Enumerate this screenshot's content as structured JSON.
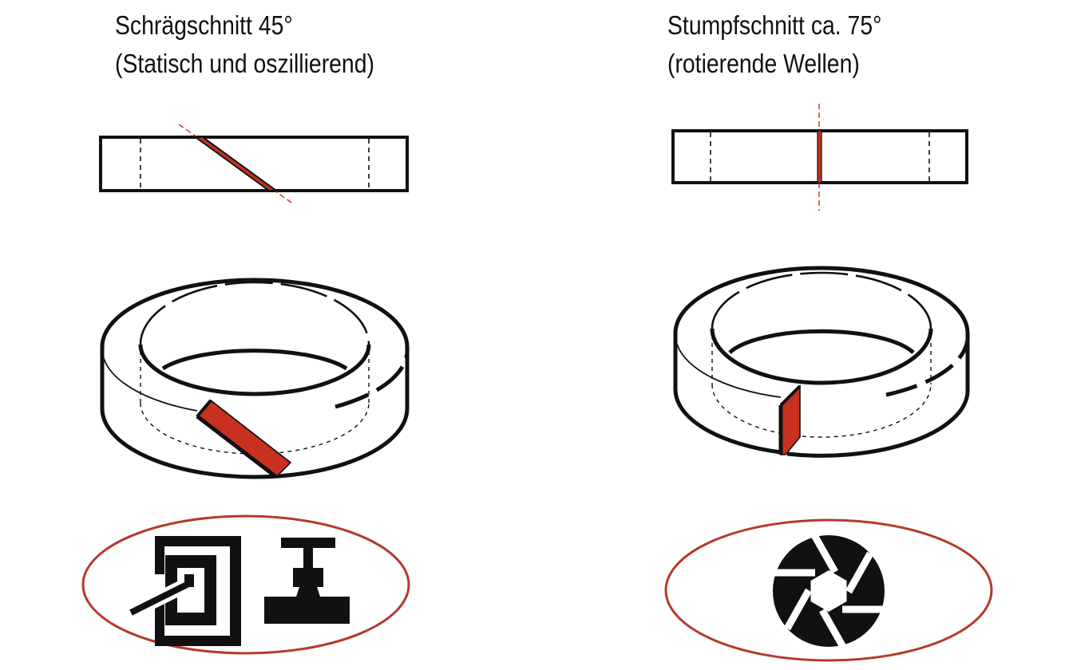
{
  "left_panel": {
    "heading_line1": "Schrägschnitt 45°",
    "heading_line2": "(Statisch und oszillierend)",
    "icons": [
      "static-housing-icon",
      "oscillating-valve-icon"
    ]
  },
  "right_panel": {
    "heading_line1": "Stumpfschnitt ca. 75°",
    "heading_line2": "(rotierende Wellen)",
    "icons": [
      "rotation-aperture-icon"
    ]
  },
  "colors": {
    "cut_accent": "#c8311f",
    "ellipse_border": "#b33a2e",
    "outline": "#111111"
  }
}
